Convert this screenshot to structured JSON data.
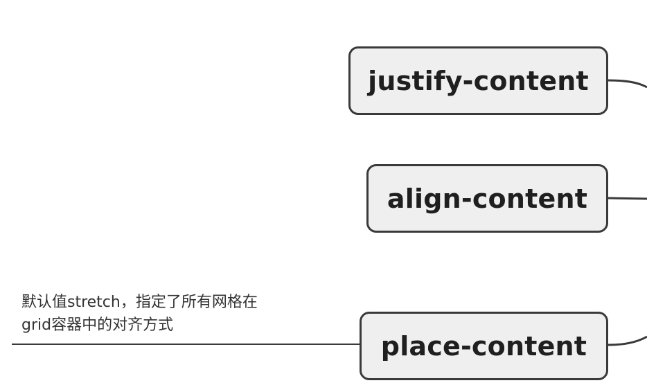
{
  "nodes": {
    "justify": {
      "label": "justify-content"
    },
    "align": {
      "label": "align-content"
    },
    "place": {
      "label": "place-content"
    }
  },
  "note": {
    "line1": "默认值stretch，指定了所有网格在",
    "line2": "grid容器中的对齐方式"
  },
  "colors": {
    "node_fill": "#efefef",
    "node_border": "#3a3a3a",
    "connector": "#3a3a3a",
    "note_text": "#333333"
  }
}
